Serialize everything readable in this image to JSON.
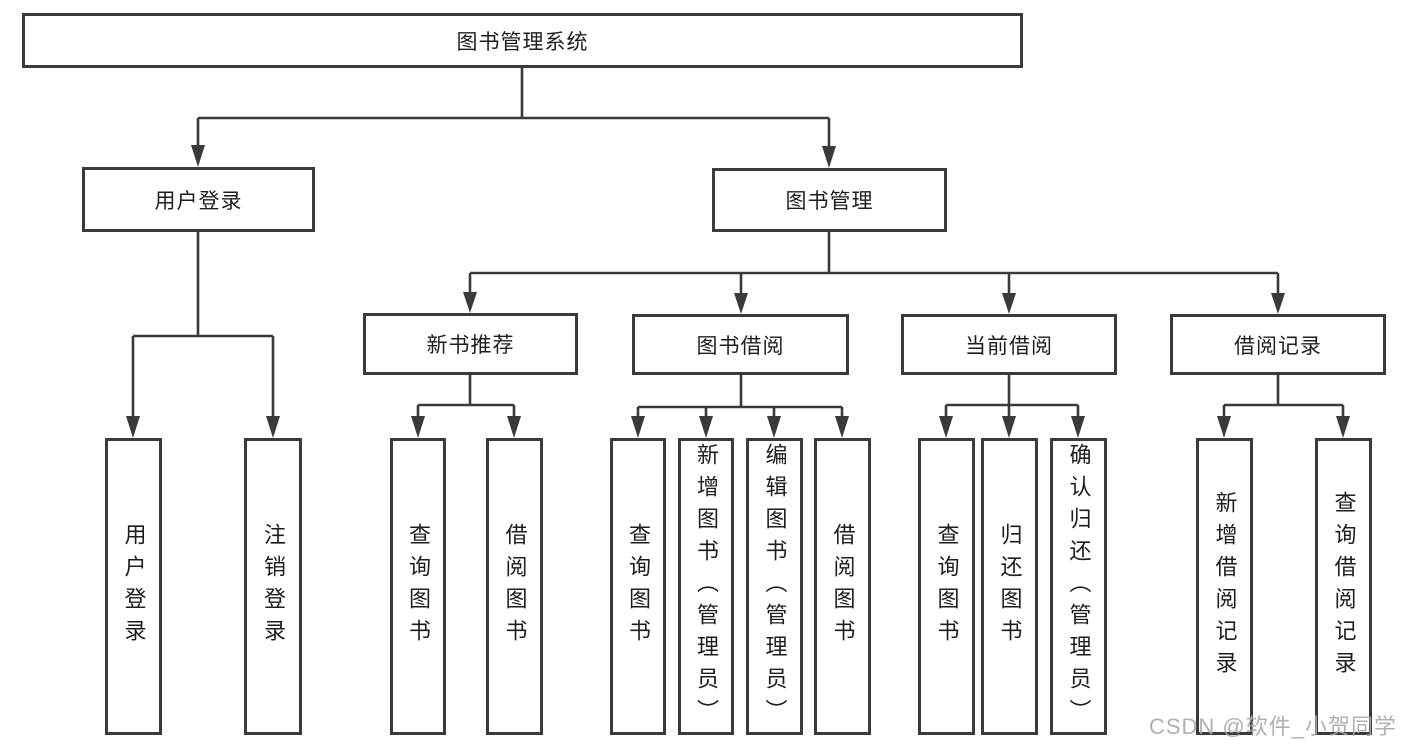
{
  "diagram": {
    "type": "hierarchy-tree",
    "root": {
      "label": "图书管理系统"
    },
    "level2": {
      "user_login": {
        "label": "用户登录"
      },
      "book_management": {
        "label": "图书管理"
      }
    },
    "level3": {
      "new_book_recommend": {
        "label": "新书推荐"
      },
      "book_borrow": {
        "label": "图书借阅"
      },
      "current_borrow": {
        "label": "当前借阅"
      },
      "borrow_records": {
        "label": "借阅记录"
      }
    },
    "leaves": {
      "user_login": [
        "用户登录",
        "注销登录"
      ],
      "new_book_recommend": [
        "查询图书",
        "借阅图书"
      ],
      "book_borrow": [
        "查询图书",
        "新增图书（管理员）",
        "编辑图书（管理员）",
        "借阅图书"
      ],
      "current_borrow": [
        "查询图书",
        "归还图书",
        "确认归还（管理员）"
      ],
      "borrow_records": [
        "新增借阅记录",
        "查询借阅记录"
      ]
    }
  },
  "watermark": {
    "text": "CSDN @软件_小贺同学"
  },
  "colors": {
    "line": "#3a3a3c",
    "text": "#1e1e22",
    "box_background": "#ffffff",
    "watermark": "#a8a8ab"
  }
}
